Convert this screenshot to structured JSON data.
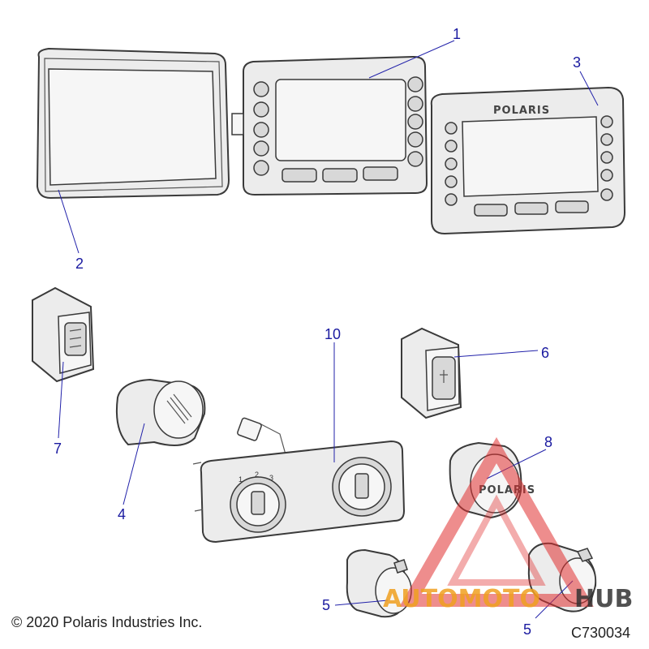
{
  "callouts": [
    {
      "id": "callout-1",
      "label": "1"
    },
    {
      "id": "callout-2",
      "label": "2"
    },
    {
      "id": "callout-3",
      "label": "3"
    },
    {
      "id": "callout-4",
      "label": "4"
    },
    {
      "id": "callout-5a",
      "label": "5"
    },
    {
      "id": "callout-5b",
      "label": "5"
    },
    {
      "id": "callout-6",
      "label": "6"
    },
    {
      "id": "callout-7",
      "label": "7"
    },
    {
      "id": "callout-8",
      "label": "8"
    },
    {
      "id": "callout-10",
      "label": "10"
    }
  ],
  "copyright": "© 2020 Polaris Industries Inc.",
  "diagram_code": "C730034",
  "brand_on_bezel": "POLARIS",
  "brand_on_outlet": "POLARIS",
  "knob_scale": [
    "1",
    "2",
    "3"
  ],
  "watermark": {
    "text_part1": "AUTOMOTO",
    "text_part2": "HUB",
    "color_red": "#e03030",
    "color_orange": "#f0a020",
    "color_dark": "#333333"
  }
}
